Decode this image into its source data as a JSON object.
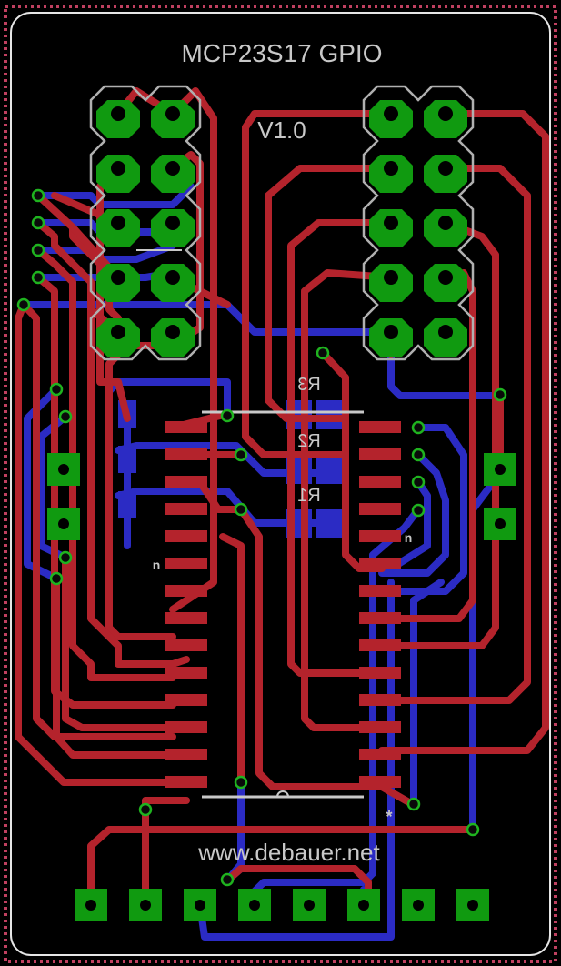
{
  "board": {
    "title": "MCP23S17 GPIO",
    "version": "V1.0",
    "url": "www.debauer.net",
    "resistor_labels": [
      "R3",
      "R2",
      "R1"
    ],
    "ic_marker_top": "n",
    "ic_marker_left": "n",
    "star_marker": "*"
  },
  "colors": {
    "background": "#000000",
    "top_copper": "#b4232c",
    "bottom_copper": "#2b2bc4",
    "pad": "#109a10",
    "silkscreen": "#c8c8c8",
    "outline": "#e0e0e0",
    "dimension": "#c04060"
  }
}
